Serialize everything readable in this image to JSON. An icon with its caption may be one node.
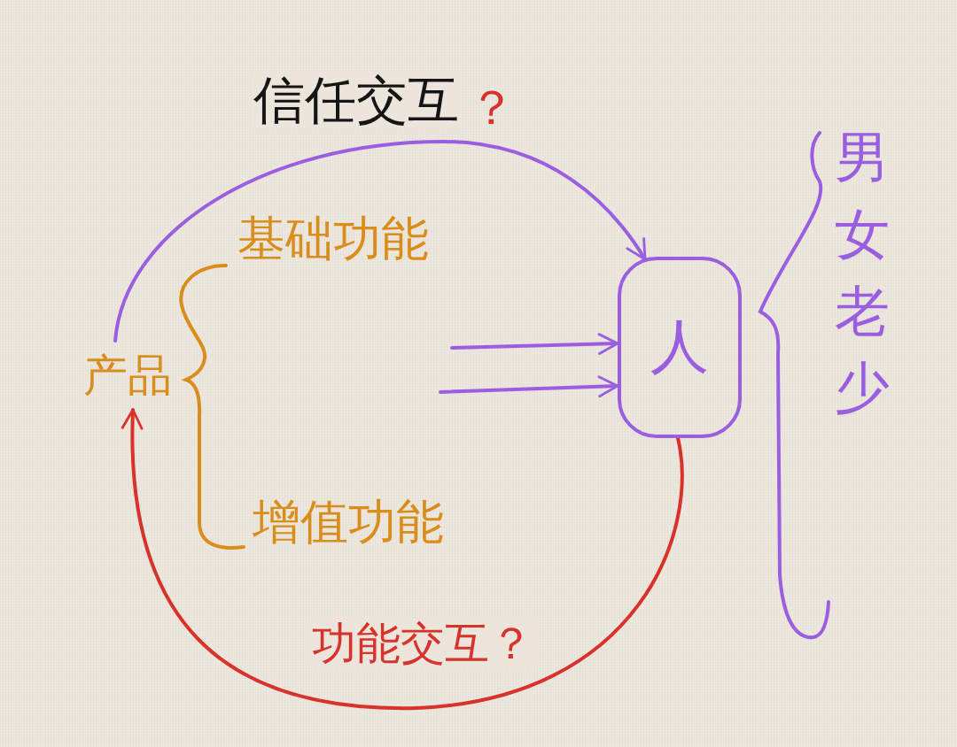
{
  "diagram": {
    "nodes": [
      {
        "text": [
          "产品"
        ]
      },
      {
        "text": [
          "人"
        ]
      }
    ],
    "edges": [
      {
        "from": 0,
        "to": 1,
        "arrow": "to",
        "label": "信任交互"
      },
      {
        "from": 1,
        "to": 0,
        "arrow": "to",
        "label": "功能交互？",
        "color": "#d8332b"
      },
      {
        "from": null,
        "to": 1,
        "arrow": "to"
      },
      {
        "from": null,
        "to": 1,
        "arrow": "to"
      }
    ],
    "labels": [
      "？",
      "男女老少",
      "基础功能",
      "增值功能"
    ]
  }
}
